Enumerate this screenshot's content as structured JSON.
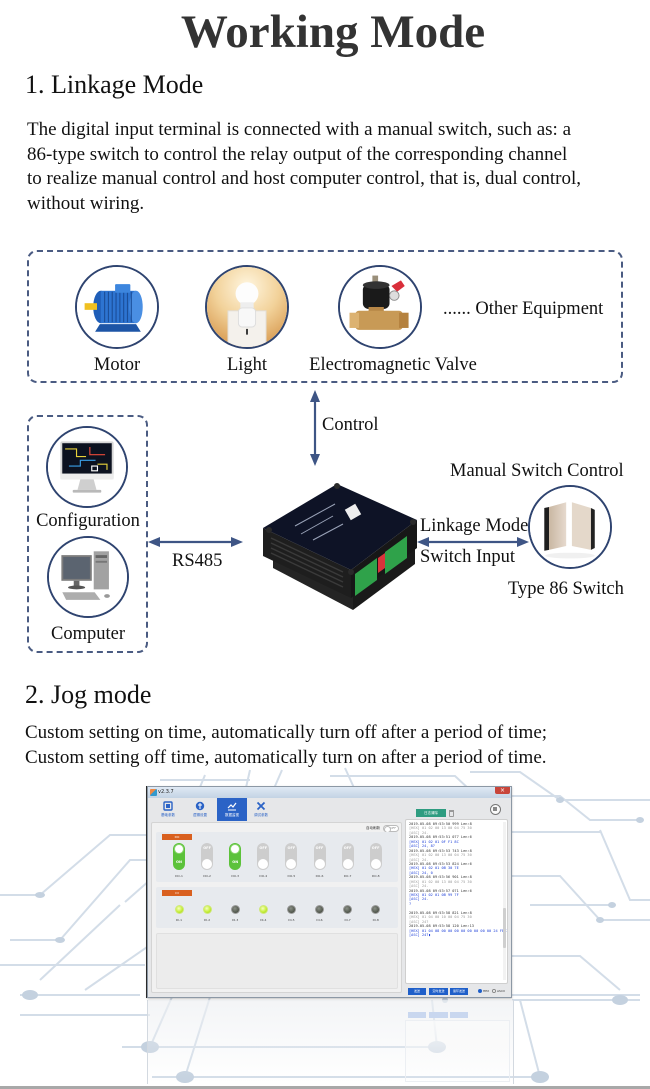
{
  "page_title": "Working Mode",
  "linkage_mode": {
    "heading": "1. Linkage Mode",
    "description_lines": [
      "The digital input terminal is connected with a manual switch, such as: a",
      "86-type switch to control the relay output of the corresponding channel",
      "to realize manual control and host computer control, that is, dual control,",
      "without wiring."
    ],
    "equipment": [
      {
        "label": "Motor",
        "icon": "motor-icon"
      },
      {
        "label": "Light",
        "icon": "light-bulb-icon"
      },
      {
        "label": "Electromagnetic Valve",
        "icon": "solenoid-valve-icon"
      }
    ],
    "other_equipment": "...... Other Equipment",
    "control_label": "Control",
    "host_devices": [
      {
        "label": "Configuration",
        "icon": "monitor-icon"
      },
      {
        "label": "Computer",
        "icon": "desktop-computer-icon"
      }
    ],
    "rs485_label": "RS485",
    "controller_icon": "relay-controller-icon",
    "linkage_mode_label": "Linkage Mode",
    "switch_input_label": "Switch Input",
    "manual_switch_label": "Manual Switch Control",
    "switch_label": "Type 86 Switch",
    "switch_icon": "wall-switch-icon"
  },
  "jog_mode": {
    "heading": "2. Jog mode",
    "description_lines": [
      "Custom setting on time, automatically turn off after a period of time;",
      "Custom setting off time, automatically turn on after a period of time."
    ]
  },
  "software": {
    "window_title": "v2.3.7",
    "close_glyph": "×",
    "tabs": [
      {
        "label": "基础参数",
        "icon": "parameters-icon",
        "active": false
      },
      {
        "label": "逻辑设置",
        "icon": "logic-settings-icon",
        "active": false
      },
      {
        "label": "数据监视",
        "icon": "data-monitor-icon",
        "active": true
      },
      {
        "label": "调试参数",
        "icon": "debug-tools-icon",
        "active": false
      }
    ],
    "auto_refresh": {
      "label": "自动刷新",
      "state": "OFF"
    },
    "do_group": {
      "tag": "DO",
      "channels": [
        {
          "label": "DO-1",
          "state": "ON"
        },
        {
          "label": "DO-2",
          "state": "OFF"
        },
        {
          "label": "DO-3",
          "state": "ON"
        },
        {
          "label": "DO-4",
          "state": "OFF"
        },
        {
          "label": "DO-5",
          "state": "OFF"
        },
        {
          "label": "DO-6",
          "state": "OFF"
        },
        {
          "label": "DO-7",
          "state": "OFF"
        },
        {
          "label": "DO-8",
          "state": "OFF"
        }
      ]
    },
    "di_group": {
      "tag": "DI",
      "channels": [
        {
          "label": "DI-1",
          "lit": true
        },
        {
          "label": "DI-2",
          "lit": true
        },
        {
          "label": "DI-3",
          "lit": false
        },
        {
          "label": "DI-4",
          "lit": true
        },
        {
          "label": "DI-5",
          "lit": false
        },
        {
          "label": "DI-6",
          "lit": false
        },
        {
          "label": "DI-7",
          "lit": false
        },
        {
          "label": "DI-8",
          "lit": false
        }
      ]
    },
    "clear_log_label": "日志清除",
    "log_lines": [
      {
        "text": "2019-05-08 09:53:50 999 Len:8",
        "type": "time"
      },
      {
        "text": "[HEX] 01 02 00 13 00 04 75 30",
        "type": "req"
      },
      {
        "text": "[ASC] 24.",
        "type": "req"
      },
      {
        "text": "2019-05-08 09:53:51 077 Len:6",
        "type": "time"
      },
      {
        "text": "[HEX] 01 02 01 0F F1 8C",
        "type": "resp"
      },
      {
        "text": "[ASC] 24, 8?",
        "type": "resp"
      },
      {
        "text": "2019-05-08 09:53:53 743 Len:8",
        "type": "time"
      },
      {
        "text": "[HEX] 01 02 00 13 00 04 75 30",
        "type": "req"
      },
      {
        "text": "[ASC] 24.",
        "type": "req"
      },
      {
        "text": "2019-05-08 09:53:53 824 Len:6",
        "type": "time"
      },
      {
        "text": "[HEX] 01 02 01 0B 30 7E",
        "type": "resp"
      },
      {
        "text": "[ASC] 24, 0",
        "type": "resp"
      },
      {
        "text": "2019-05-08 09:53:56 901 Len:8",
        "type": "time"
      },
      {
        "text": "[HEX] 01 02 00 13 00 04 75 30",
        "type": "req"
      },
      {
        "text": "[ASC] 24.",
        "type": "req"
      },
      {
        "text": "2019-05-08 09:53:57 071 Len:6",
        "type": "time"
      },
      {
        "text": "[HEX] 01 02 01 0B 99 7F",
        "type": "resp"
      },
      {
        "text": "[ASC] 24.",
        "type": "resp"
      },
      {
        "text": "?",
        "type": "resp"
      },
      {
        "text": "",
        "type": "req"
      },
      {
        "text": "2019-05-08 09:53:58 821 Len:8",
        "type": "time"
      },
      {
        "text": "[HEX] 01 04 00 10 00 04 75 30",
        "type": "req"
      },
      {
        "text": "[ASC] 24?",
        "type": "req"
      },
      {
        "text": "2019-05-08 09:53:58 120 Len:13",
        "type": "time"
      },
      {
        "text": "[HEX] 01 04 08 00 00 00 00 00 00 00 00 24 FB 23",
        "type": "resp"
      },
      {
        "text": "[ASC] 24?▮",
        "type": "resp"
      }
    ],
    "send_buttons": [
      "发送",
      "定时发送",
      "循环发送"
    ],
    "format_options": [
      {
        "label": "HEX",
        "selected": true
      },
      {
        "label": "ASCII",
        "selected": false
      }
    ]
  },
  "colors": {
    "title": "#333333",
    "body_text": "#111111",
    "arrow": "#3e5585",
    "dashed_border": "#4a5b82",
    "circle_border": "#2f4470",
    "active_tab": "#2b63c6",
    "group_tag": "#d9601f",
    "toggle_on": "#5cc23a",
    "lamp_lit": "#c6ee3a",
    "clear_button": "#2e9c80",
    "send_button": "#1f5fc9"
  }
}
